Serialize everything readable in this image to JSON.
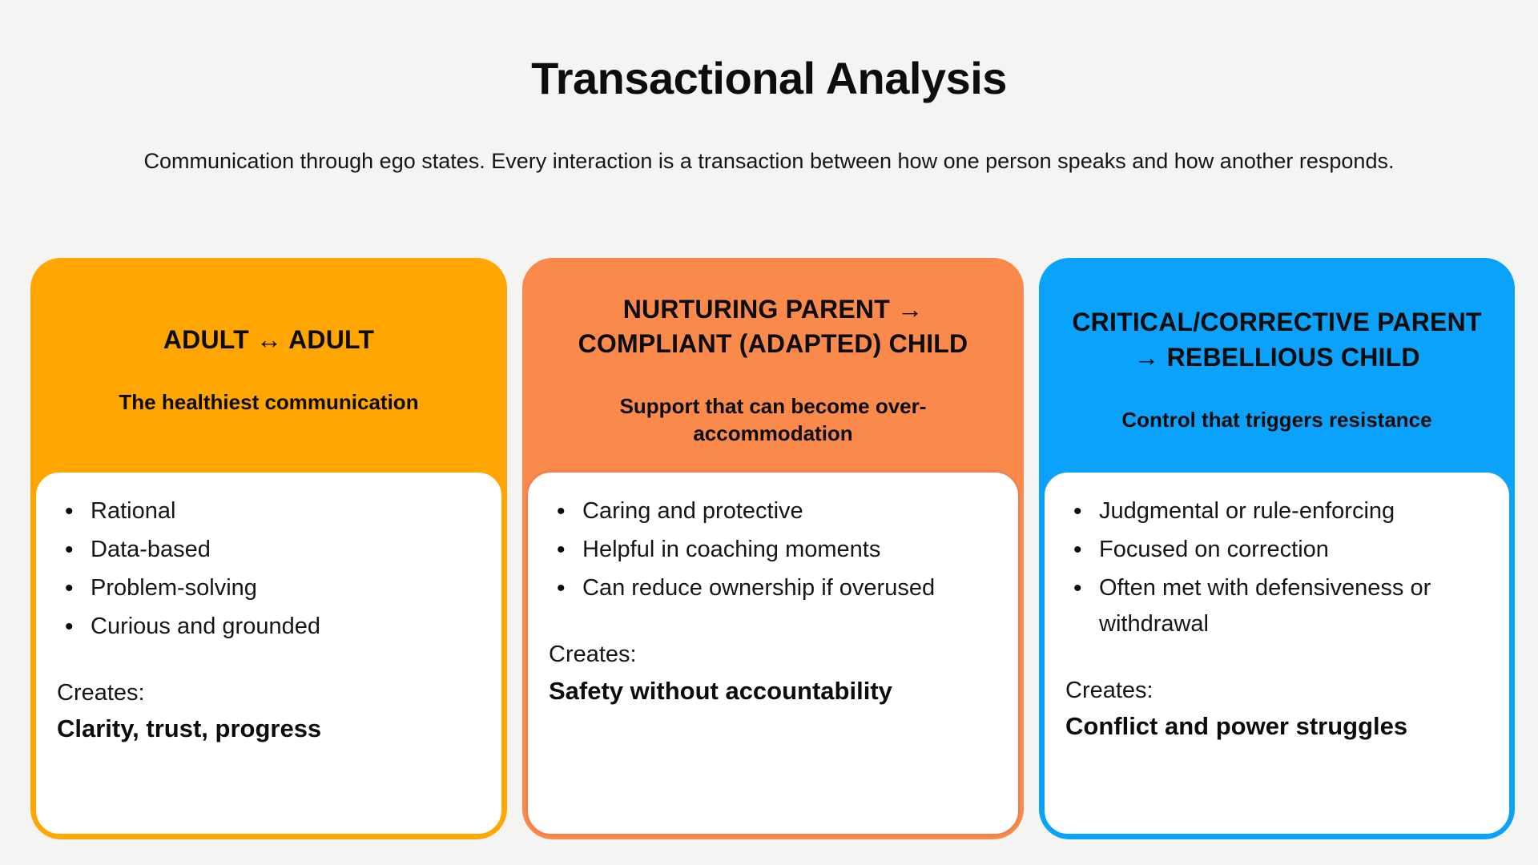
{
  "page": {
    "title": "Transactional Analysis",
    "subtitle": "Communication through ego states. Every interaction is a transaction between how one person speaks and how another responds.",
    "background_color": "#f4f4f2"
  },
  "cards": [
    {
      "id": "adult-adult",
      "accent_color": "#ffa602",
      "title": "ADULT ↔ ADULT",
      "title_lines": [
        "ADULT ↔ ADULT"
      ],
      "subtitle": "The healthiest communication",
      "subtitle_lines": [
        "The healthiest communication"
      ],
      "bullets": [
        "Rational",
        "Data-based",
        "Problem-solving",
        "Curious and grounded"
      ],
      "creates_label": "Creates:",
      "creates": "Clarity, trust, progress"
    },
    {
      "id": "nurturing-parent-compliant-child",
      "accent_color": "#f98a4b",
      "title": "NURTURING PARENT → COMPLIANT (ADAPTED) CHILD",
      "title_lines": [
        "NURTURING PARENT →",
        "COMPLIANT (ADAPTED) CHILD"
      ],
      "subtitle": "Support that can become over-accommodation",
      "subtitle_lines": [
        "Support that can become over-",
        "accommodation"
      ],
      "bullets": [
        "Caring and protective",
        "Helpful in coaching moments",
        "Can reduce ownership if overused"
      ],
      "creates_label": "Creates:",
      "creates": "Safety without accountability"
    },
    {
      "id": "critical-parent-rebellious-child",
      "accent_color": "#0aa2fa",
      "title": "CRITICAL/CORRECTIVE PARENT → REBELLIOUS CHILD",
      "title_lines": [
        "CRITICAL/CORRECTIVE PARENT",
        "→ REBELLIOUS CHILD"
      ],
      "subtitle": "Control that triggers resistance",
      "subtitle_lines": [
        "Control that triggers resistance"
      ],
      "bullets": [
        "Judgmental or rule-enforcing",
        "Focused on correction",
        "Often met with defensiveness or withdrawal"
      ],
      "creates_label": "Creates:",
      "creates": "Conflict and power struggles"
    }
  ]
}
